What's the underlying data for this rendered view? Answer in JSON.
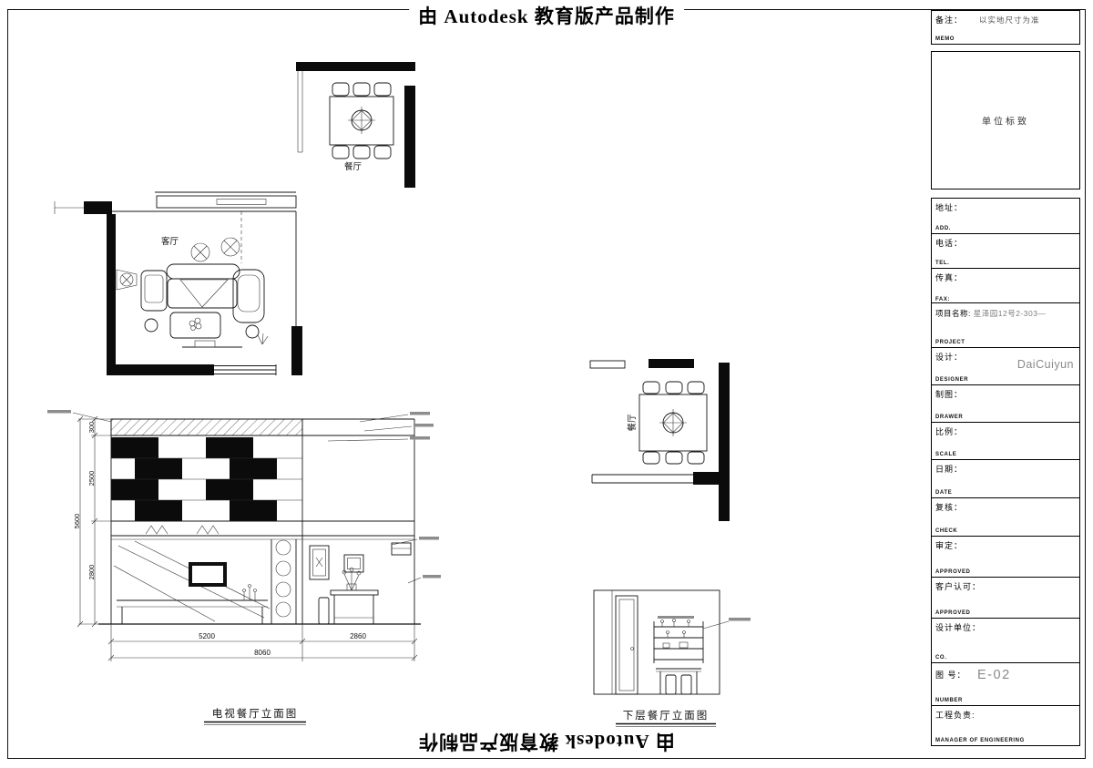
{
  "sheet": {
    "top_stamp": "由 Autodesk 教育版产品制作",
    "bottom_stamp": "由 Autodesk 教育版产品制作"
  },
  "title_block": {
    "memo": {
      "label": "备注：",
      "sub": "MEMO",
      "value": "以实地尺寸为准"
    },
    "unit_logo": {
      "value": "单位标致"
    },
    "address": {
      "label": "地址：",
      "sub": "ADD."
    },
    "tel": {
      "label": "电话：",
      "sub": "TEL."
    },
    "fax": {
      "label": "传真：",
      "sub": "FAX:"
    },
    "project": {
      "label": "项目名称:",
      "value": "星泽园12号2-303—",
      "sub": "PROJECT"
    },
    "designer": {
      "label": "设计：",
      "value": "DaiCuiyun",
      "sub": "DESIGNER"
    },
    "drawer": {
      "label": "制图：",
      "sub": "DRAWER"
    },
    "scale": {
      "label": "比例：",
      "sub": "SCALE"
    },
    "date": {
      "label": "日期：",
      "sub": "DATE"
    },
    "check": {
      "label": "复核：",
      "sub": "CHECK"
    },
    "approve": {
      "label": "审定：",
      "sub": "APPROVED"
    },
    "client": {
      "label": "客户认可：",
      "sub": "APPROVED"
    },
    "company": {
      "label": "设计单位：",
      "sub": "CO."
    },
    "number": {
      "label": "图 号：",
      "value": "E-02",
      "sub": "NUMBER"
    },
    "manager": {
      "label": "工程负责:",
      "sub": "MANAGER OF ENGINEERING"
    }
  },
  "drawings": {
    "plan_upper": {
      "dining": "餐厅",
      "living": "客厅"
    },
    "plan_lower": {
      "dining": "餐厅"
    },
    "elevation_tv": {
      "title": "电视餐厅立面图",
      "dims_left": [
        "300",
        "2500",
        "2800"
      ],
      "dim_left_total": "5600",
      "dims_bottom": [
        "5200",
        "2860"
      ],
      "dim_bottom_total": "8060"
    },
    "elevation_lower": {
      "title": "下层餐厅立面图"
    }
  }
}
